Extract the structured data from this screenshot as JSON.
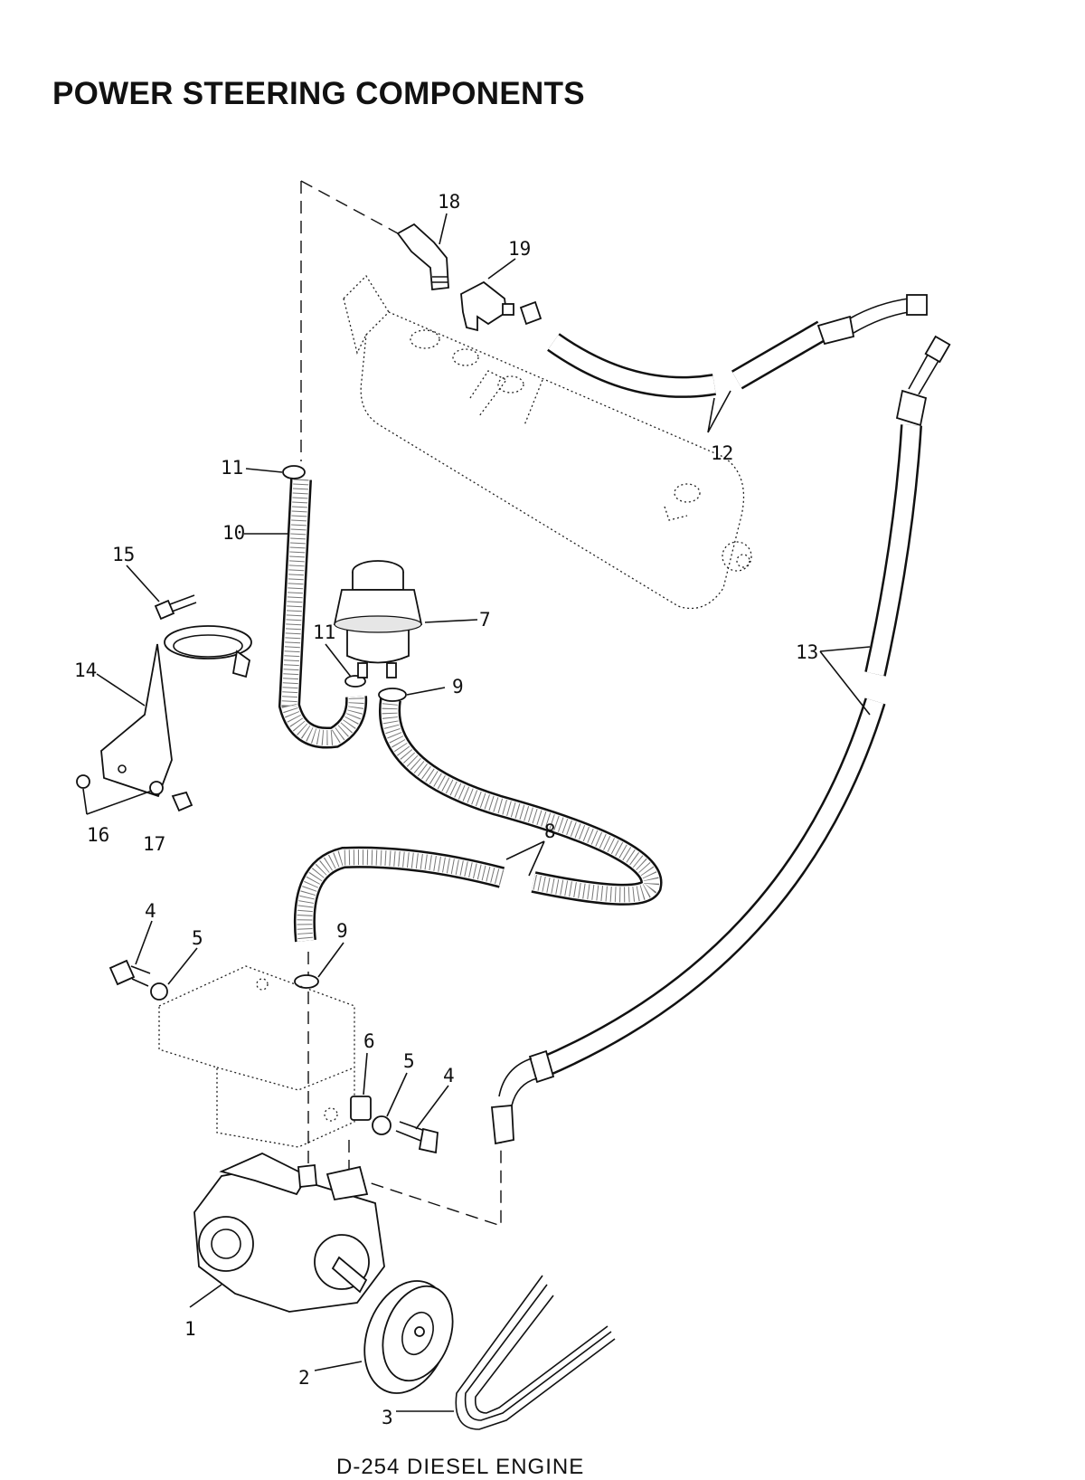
{
  "page": {
    "title": "POWER STEERING COMPONENTS",
    "caption": "D-254 DIESEL ENGINE"
  },
  "callouts": {
    "c1": "1",
    "c2": "2",
    "c3": "3",
    "c4a": "4",
    "c4b": "4",
    "c5a": "5",
    "c5b": "5",
    "c6": "6",
    "c7": "7",
    "c8": "8",
    "c9a": "9",
    "c9b": "9",
    "c10": "10",
    "c11a": "11",
    "c11b": "11",
    "c12": "12",
    "c13": "13",
    "c14": "14",
    "c15": "15",
    "c16": "16",
    "c17": "17",
    "c18": "18",
    "c19": "19"
  }
}
